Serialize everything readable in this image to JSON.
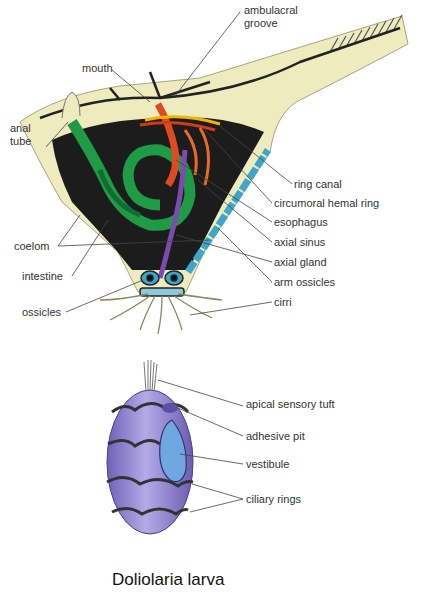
{
  "diagram": {
    "caption": "Doliolaria larva",
    "labels": [
      "ambulacral groove",
      "mouth",
      "anal tube",
      "ring canal",
      "circumoral hemal ring",
      "esophagus",
      "coelom",
      "axial sinus",
      "intestine",
      "axial gland",
      "arm ossicles",
      "ossicles",
      "cirri",
      "apical sensory tuft",
      "adhesive pit",
      "vestibule",
      "ciliary rings"
    ]
  }
}
